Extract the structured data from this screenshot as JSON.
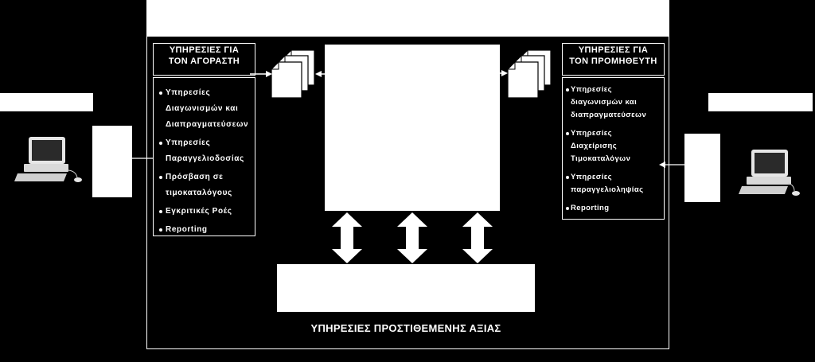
{
  "colors": {
    "background": "#000000",
    "foreground": "#ffffff"
  },
  "icons": {
    "documents": "documents-icon",
    "computer": "computer-icon",
    "double_arrow": "double-arrow-icon",
    "bullet": "bullet-icon"
  },
  "buyer_panel": {
    "title_lines": [
      "ΥΠΗΡΕΣΙΕΣ ΓΙΑ",
      "ΤΟΝ ΑΓΟΡΑΣΤΗ"
    ],
    "items": [
      {
        "lines": [
          "Υπηρεσίες",
          "Διαγωνισμών και",
          "Διαπραγματεύσεων"
        ]
      },
      {
        "lines": [
          "Υπηρεσίες",
          "Παραγγελιοδοσίας"
        ]
      },
      {
        "lines": [
          "Πρόσβαση σε",
          "τιμοκαταλόγους"
        ]
      },
      {
        "lines": [
          "Εγκριτικές Ροές"
        ]
      },
      {
        "lines": [
          "Reporting"
        ]
      }
    ]
  },
  "supplier_panel": {
    "title_lines": [
      "ΥΠΗΡΕΣΙΕΣ ΓΙΑ",
      "ΤΟΝ ΠΡΟΜΗΘΕΥΤΗ"
    ],
    "items": [
      {
        "lines": [
          "Υπηρεσίες",
          "διαγωνισμών και",
          "διαπραγματεύσεων"
        ]
      },
      {
        "lines": [
          "Υπηρεσίες",
          "Διαχείρισης",
          "Τιμοκαταλόγων"
        ]
      },
      {
        "lines": [
          "Υπηρεσίες",
          "παραγγελιοληψίας"
        ]
      },
      {
        "lines": [
          "Reporting"
        ]
      }
    ]
  },
  "value_added_label": "ΥΠΗΡΕΣΙΕΣ ΠΡΟΣΤΙΘΕΜΕΝΗΣ ΑΞΙΑΣ"
}
